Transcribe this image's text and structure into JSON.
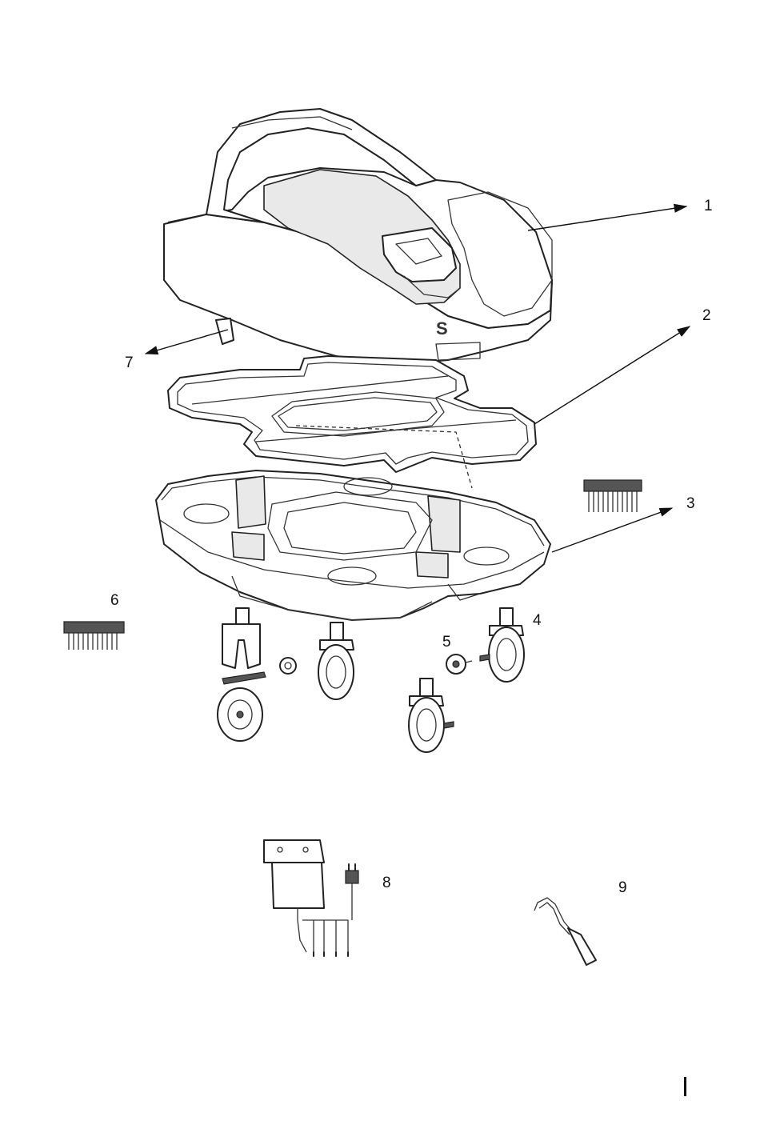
{
  "figure": {
    "callouts": [
      {
        "id": "1",
        "text": "1"
      },
      {
        "id": "2",
        "text": "2"
      },
      {
        "id": "3",
        "text": "3"
      },
      {
        "id": "4",
        "text": "4"
      },
      {
        "id": "5",
        "text": "5"
      },
      {
        "id": "6",
        "text": "6"
      },
      {
        "id": "7",
        "text": "7"
      },
      {
        "id": "8",
        "text": "8"
      },
      {
        "id": "9",
        "text": "9"
      }
    ],
    "cover_logo_text": "S",
    "page_marker": "I"
  },
  "colors": {
    "line": "#222222",
    "paper": "#ffffff",
    "shade": "#e9e9e9"
  }
}
